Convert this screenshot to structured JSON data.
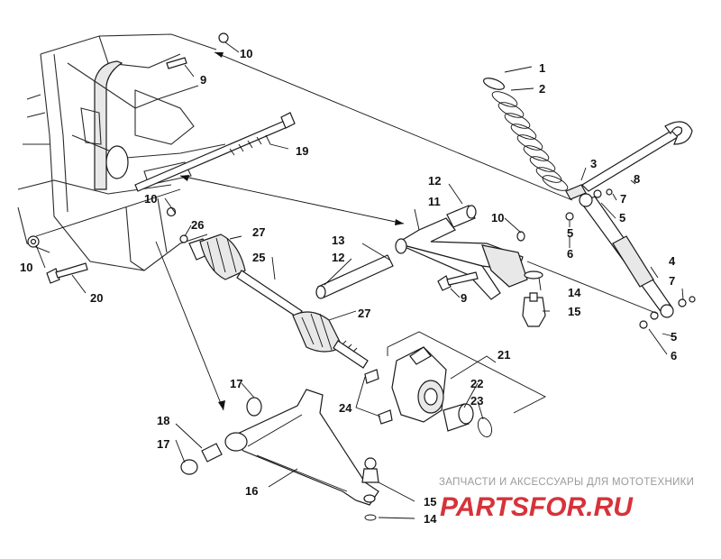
{
  "callouts": [
    "1",
    "2",
    "3",
    "4",
    "5",
    "5",
    "5",
    "6",
    "6",
    "7",
    "7",
    "8",
    "9",
    "9",
    "10",
    "10",
    "10",
    "10",
    "11",
    "12",
    "12",
    "13",
    "14",
    "14",
    "15",
    "15",
    "16",
    "17",
    "17",
    "18",
    "19",
    "20",
    "21",
    "22",
    "23",
    "24",
    "25",
    "26",
    "27",
    "27"
  ],
  "watermark": {
    "tagline": "ЗАПЧАСТИ И АКСЕССУАРЫ ДЛЯ МОТОТЕХНИКИ",
    "brand": "PARTSFOR.RU"
  },
  "colors": {
    "line": "#1a1a1a",
    "watermark_red": "#d6333a",
    "watermark_grey": "#9a9a9a"
  }
}
